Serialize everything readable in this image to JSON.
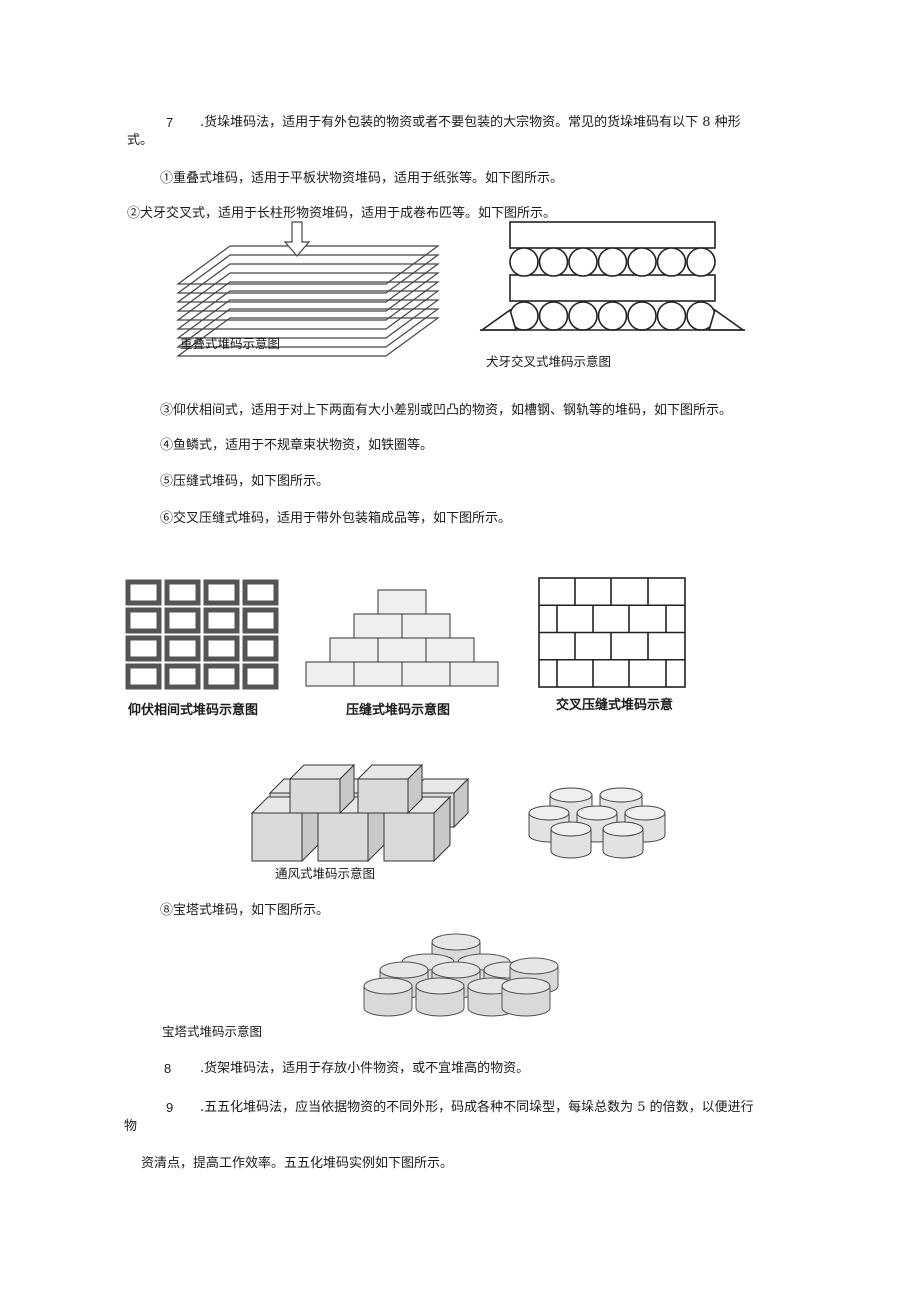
{
  "item7": {
    "number": "7",
    "text": ".货垛堆码法，适用于有外包装的物资或者不要包装的大宗物资。常见的货垛堆码有以下 8 种形",
    "cont": "式。"
  },
  "types": {
    "t1": "①重叠式堆码，适用于平板状物资堆码，适用于纸张等。如下图所示。",
    "t2": "②犬牙交叉式，适用于长柱形物资堆码，适用于成卷布匹等。如下图所示。",
    "t3": "③仰伏相间式，适用于对上下两面有大小差别或凹凸的物资，如槽钢、钢轨等的堆码，如下图所示。",
    "t4": "④鱼鳞式，适用于不规章束状物资，如铁圈等。",
    "t5": "⑤压缝式堆码，如下图所示。",
    "t6": "⑥交叉压缝式堆码，适用于带外包装箱成品等，如下图所示。",
    "t8": "⑧宝塔式堆码，如下图所示。"
  },
  "captions": {
    "overlap": "重叠式堆码示意图",
    "crisscross": "犬牙交叉式堆码示意图",
    "alternating": "仰伏相间式堆码示意图",
    "seam": "压缝式堆码示意图",
    "cross_seam": "交叉压缝式堆码示意",
    "ventilated": "通风式堆码示意图",
    "pagoda": "宝塔式堆码示意图"
  },
  "item8": {
    "number": "8",
    "text": ".货架堆码法，适用于存放小件物资，或不宜堆高的物资。"
  },
  "item9": {
    "number": "9",
    "text": ".五五化堆码法，应当依据物资的不同外形，码成各种不同垛型，每垛总数为 5 的倍数，以便进行",
    "cont1": "物",
    "cont2": "资清点，提高工作效率。五五化堆码实例如下图所示。"
  }
}
